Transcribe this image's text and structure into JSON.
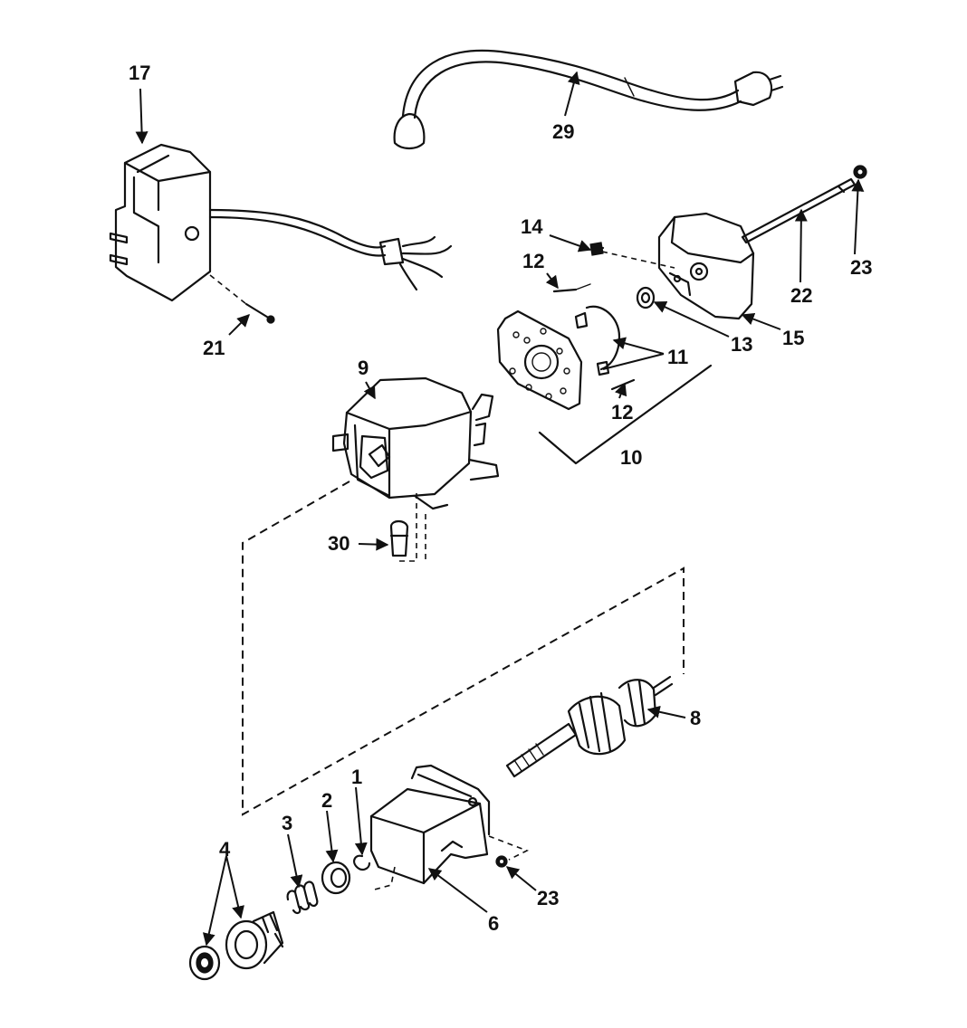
{
  "diagram": {
    "parts": [
      {
        "id": "p1",
        "label": "1"
      },
      {
        "id": "p2",
        "label": "2"
      },
      {
        "id": "p3",
        "label": "3"
      },
      {
        "id": "p4",
        "label": "4"
      },
      {
        "id": "p6",
        "label": "6"
      },
      {
        "id": "p8",
        "label": "8"
      },
      {
        "id": "p9",
        "label": "9"
      },
      {
        "id": "p10",
        "label": "10"
      },
      {
        "id": "p11",
        "label": "11"
      },
      {
        "id": "p12a",
        "label": "12"
      },
      {
        "id": "p12b",
        "label": "12"
      },
      {
        "id": "p13",
        "label": "13"
      },
      {
        "id": "p14",
        "label": "14"
      },
      {
        "id": "p15",
        "label": "15"
      },
      {
        "id": "p17",
        "label": "17"
      },
      {
        "id": "p21",
        "label": "21"
      },
      {
        "id": "p22",
        "label": "22"
      },
      {
        "id": "p23a",
        "label": "23"
      },
      {
        "id": "p23b",
        "label": "23"
      },
      {
        "id": "p29",
        "label": "29"
      },
      {
        "id": "p30",
        "label": "30"
      }
    ]
  }
}
